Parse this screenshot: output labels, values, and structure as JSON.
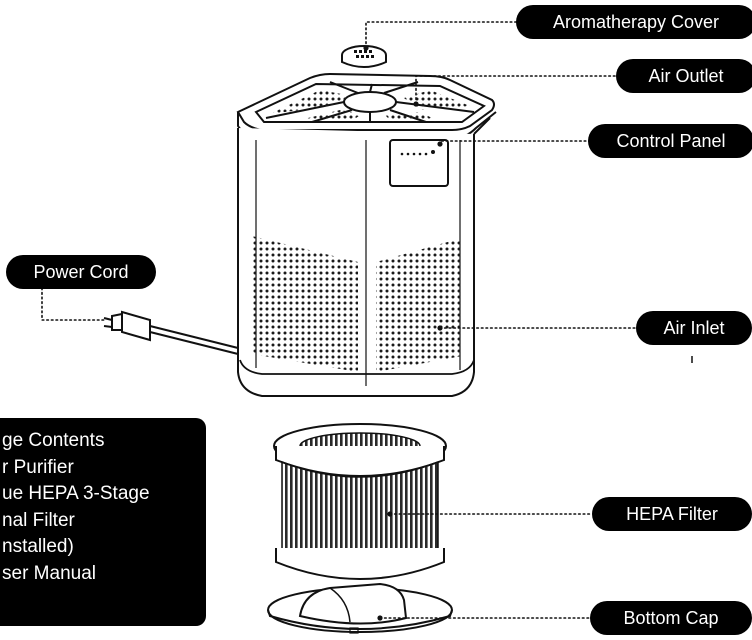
{
  "callouts": {
    "aromatherapy_cover": "Aromatherapy Cover",
    "air_outlet": "Air Outlet",
    "control_panel": "Control Panel",
    "power_cord": "Power Cord",
    "air_inlet": "Air Inlet",
    "hepa_filter": "HEPA Filter",
    "bottom_cap": "Bottom Cap"
  },
  "package_contents": {
    "lines": [
      "ge Contents",
      "r Purifier",
      "ue HEPA 3-Stage",
      "nal Filter",
      "nstalled)",
      "ser Manual"
    ]
  },
  "colors": {
    "ink": "#111111",
    "callout_bg": "#000000",
    "callout_text": "#ffffff"
  }
}
